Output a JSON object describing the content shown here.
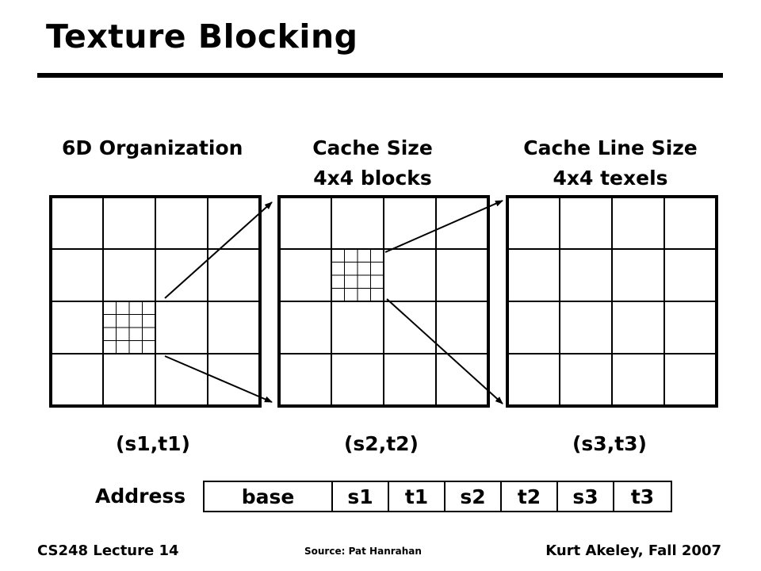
{
  "slide": {
    "title": "Texture Blocking",
    "grids": [
      {
        "heading_lines": [
          "6D Organization"
        ],
        "coord": "(s1,t1)"
      },
      {
        "heading_lines": [
          "Cache Size",
          "4x4 blocks"
        ],
        "coord": "(s2,t2)"
      },
      {
        "heading_lines": [
          "Cache Line Size",
          "4x4 texels"
        ],
        "coord": "(s3,t3)"
      }
    ],
    "address": {
      "label": "Address",
      "segments": [
        "base",
        "s1",
        "t1",
        "s2",
        "t2",
        "s3",
        "t3"
      ]
    },
    "footer": {
      "left": "CS248 Lecture 14",
      "center": "Source: Pat Hanrahan",
      "right": "Kurt Akeley, Fall 2007"
    }
  }
}
